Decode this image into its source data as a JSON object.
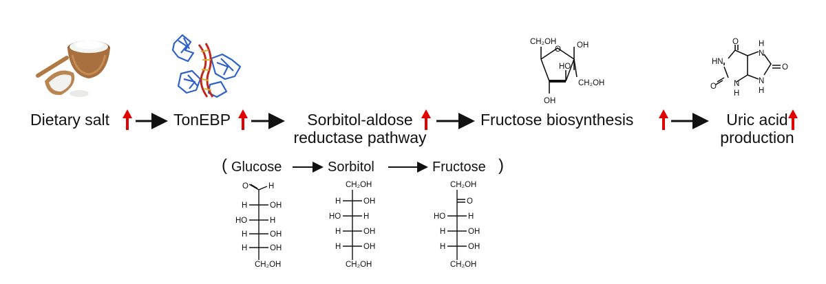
{
  "pathway": {
    "salt": "Dietary salt",
    "tonebp": "TonEBP",
    "sorbitol_line1": "Sorbitol-aldose",
    "sorbitol_line2": "reductase pathway",
    "fructose_bio": "Fructose biosynthesis",
    "uric_line1": "Uric acid",
    "uric_line2": "production"
  },
  "sub_pathway": {
    "open_paren": "(",
    "glucose": "Glucose",
    "sorbitol": "Sorbitol",
    "fructose": "Fructose",
    "close_paren": ")"
  },
  "colors": {
    "up_arrow": "#e00000",
    "arrow": "#111111",
    "protein": "#2f62c8",
    "dna": "#c0281e"
  },
  "structures": {
    "glucose": {
      "top_h": "H",
      "top_o": "O",
      "r1_l": "H",
      "r1_r": "OH",
      "r2_l": "HO",
      "r2_r": "H",
      "r3_l": "H",
      "r3_r": "OH",
      "r4_l": "H",
      "r4_r": "OH",
      "bottom": "CH₂OH"
    },
    "sorbitol": {
      "top": "CH₂OH",
      "r1_l": "H",
      "r1_r": "OH",
      "r2_l": "HO",
      "r2_r": "H",
      "r3_l": "H",
      "r3_r": "OH",
      "r4_l": "H",
      "r4_r": "OH",
      "bottom": "CH₂OH"
    },
    "fructose": {
      "top": "CH₂OH",
      "r1_o": "O",
      "r2_l": "HO",
      "r2_r": "H",
      "r3_l": "H",
      "r3_r": "OH",
      "r4_l": "H",
      "r4_r": "OH",
      "bottom": "CH₂OH"
    },
    "furanose": {
      "ch2oh_top": "CH₂OH",
      "ring_o": "O",
      "oh_right": "OH",
      "ho_ring": "HO",
      "ch2oh_right": "CH₂OH",
      "oh_bottom": "OH"
    },
    "uric": {
      "o_top": "O",
      "hn": "HN",
      "h_n7": "H",
      "n7": "N",
      "o_c8": "O",
      "o_c2": "O",
      "n3": "N",
      "h_n3": "H",
      "n9": "N",
      "h_n9": "H"
    }
  }
}
